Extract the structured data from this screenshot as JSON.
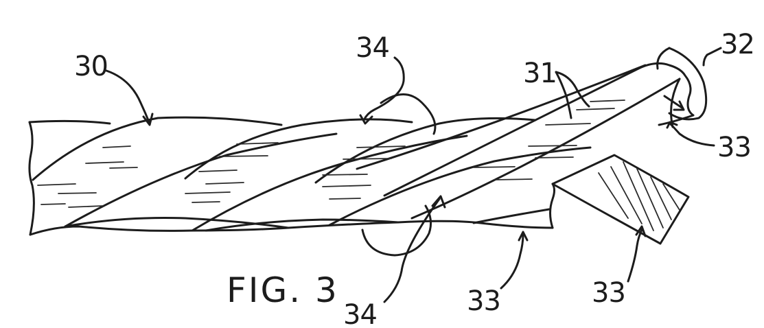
{
  "figure": {
    "caption": "FIG. 3",
    "reference_numerals": {
      "rope": "30",
      "strand": "31",
      "end": "32",
      "wire_33_right": "33",
      "wire_33_bottom_mid": "33",
      "wire_33_bottom_right": "33",
      "cross_section_top": "34",
      "cross_section_bottom": "34"
    }
  }
}
